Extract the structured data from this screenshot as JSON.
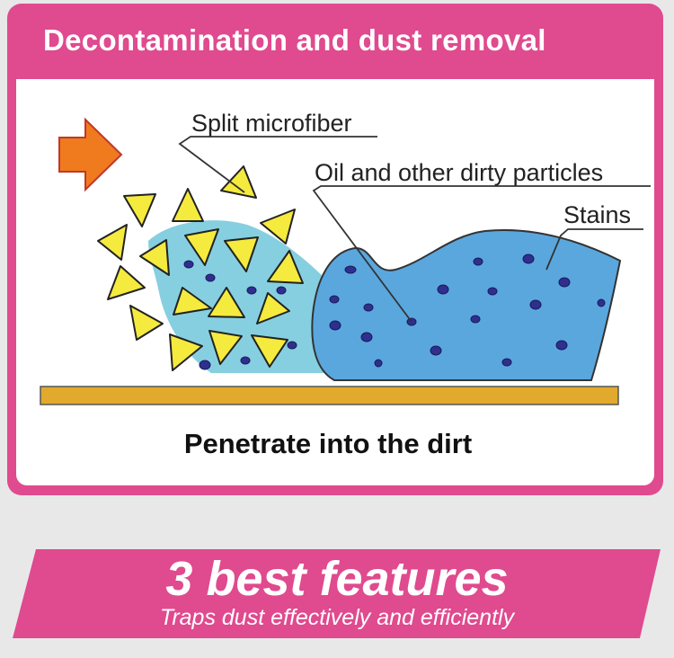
{
  "panel": {
    "title": "Decontamination and dust removal",
    "caption": "Penetrate into the dirt"
  },
  "diagram": {
    "labels": {
      "microfiber": "Split microfiber",
      "particles": "Oil and other dirty particles",
      "stains": "Stains"
    }
  },
  "banner": {
    "title": "3 best features",
    "subtitle": "Traps dust effectively and efficiently"
  },
  "colors": {
    "accent_pink": "#e04a8e",
    "arrow_orange": "#f07a1e",
    "fiber_yellow": "#f5ea3e",
    "stain_blue": "#5aa7de",
    "dirt_light_blue": "#86cfe0",
    "particle_navy": "#2e2f8e",
    "surface_gold": "#e1aa2c"
  }
}
